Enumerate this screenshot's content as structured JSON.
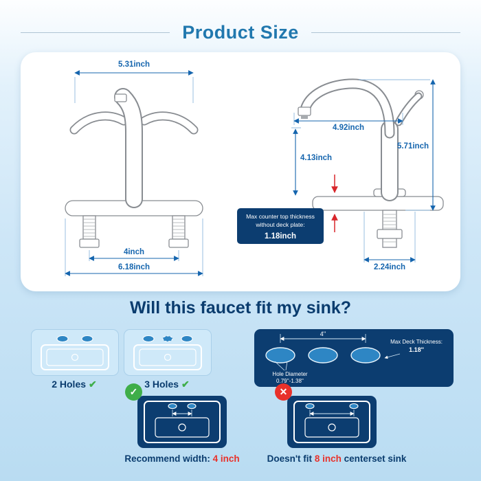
{
  "header": {
    "title": "Product Size"
  },
  "size_card": {
    "front_view": {
      "dim_width_top": "5.31inch",
      "dim_hole_spacing": "4inch",
      "dim_base_width": "6.18inch"
    },
    "side_view": {
      "dim_spout_reach": "4.92inch",
      "dim_spout_height": "4.13inch",
      "dim_overall_height": "5.71inch",
      "dim_base_width": "2.24inch",
      "thickness_note": {
        "line1": "Max counter top thickness",
        "line2": "without deck plate:",
        "value": "1.18inch"
      }
    }
  },
  "fit_section": {
    "heading": "Will this faucet fit my sink?",
    "two_holes": {
      "label": "2 Holes"
    },
    "three_holes": {
      "label": "3 Holes"
    },
    "spec_panel": {
      "spacing_label": "4''",
      "deck_thickness_label": "Max Deck Thickness:",
      "deck_thickness_value": "1.18''",
      "hole_diameter_label": "Hole Diameter",
      "hole_diameter_value": "0.79''-1.38''"
    },
    "recommend": {
      "prefix": "Recommend width:",
      "value": "4 inch"
    },
    "not_fit": {
      "prefix": "Doesn't fit",
      "value": "8 inch",
      "suffix": "centerset sink"
    }
  },
  "icons": {
    "check": "✔",
    "badge_check": "✓",
    "badge_cross": "✕"
  },
  "colors": {
    "navy": "#0c3d70",
    "dimension_blue": "#1565ae",
    "accent_red": "#e8312a",
    "check_green": "#3fae49",
    "title_blue": "#2178ae"
  }
}
